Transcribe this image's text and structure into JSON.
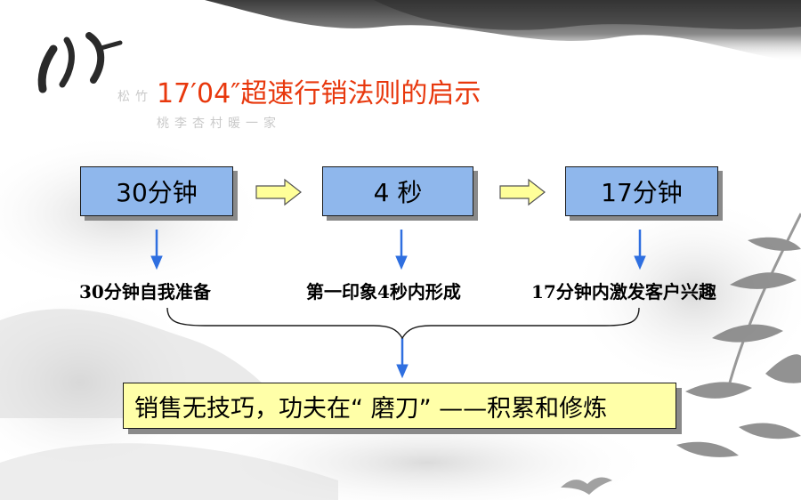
{
  "title": "17′04″超速行销法则的启示",
  "logo_text": "竹",
  "stamp_line1": "松竹",
  "stamp_line2": "桃李杏村暖一家",
  "steps": [
    {
      "label": "30分钟",
      "caption": "30分钟自我准备"
    },
    {
      "label": "4 秒",
      "caption": "第一印象4秒内形成"
    },
    {
      "label": "17分钟",
      "caption": "17分钟内激发客户兴趣"
    }
  ],
  "summary": "销售无技巧，功夫在“ 磨刀” ——积累和修炼",
  "colors": {
    "title": "#e8380d",
    "box_fill": "#8fb7ec",
    "summary_fill": "#ffffa8",
    "arrow_blue": "#2f6fe0",
    "arrow_yellow": "#ffff99"
  },
  "icons": [
    "right-arrow-icon",
    "down-arrow-icon",
    "brace-icon",
    "bamboo-icon",
    "bird-icon"
  ]
}
